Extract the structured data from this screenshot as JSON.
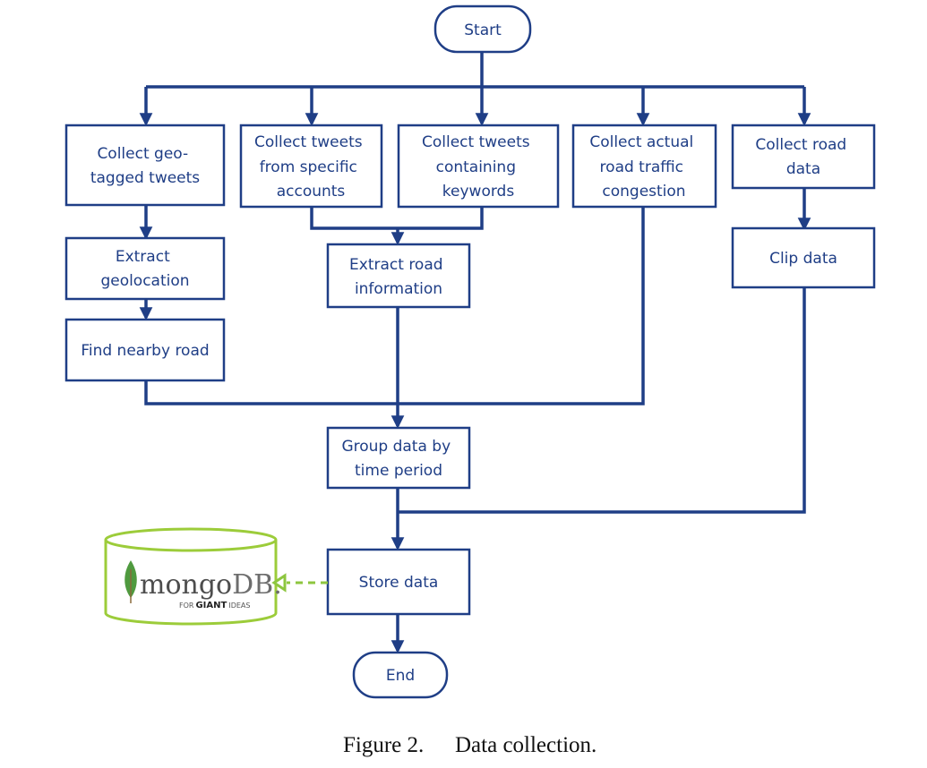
{
  "nodes": {
    "start": "Start",
    "collect_geo": [
      "Collect geo-",
      "tagged tweets"
    ],
    "collect_accounts": [
      "Collect tweets",
      "from specific",
      "accounts"
    ],
    "collect_keywords": [
      "Collect tweets",
      "containing",
      "keywords"
    ],
    "collect_traffic": [
      "Collect actual",
      "road traffic",
      "congestion"
    ],
    "collect_road": [
      "Collect road",
      "data"
    ],
    "extract_geo": [
      "Extract",
      "geolocation"
    ],
    "extract_road": [
      "Extract road",
      "information"
    ],
    "clip": "Clip data",
    "find_road": "Find nearby road",
    "group": [
      "Group data by",
      "time period"
    ],
    "store": "Store data",
    "end": "End"
  },
  "database": {
    "logo_word": "mongo",
    "logo_suffix": "DB.",
    "tagline_prefix": "FOR",
    "tagline_bold": "GIANT",
    "tagline_suffix": "IDEAS"
  },
  "caption": {
    "figure": "Figure 2.",
    "title": "Data collection."
  },
  "colors": {
    "flow": "#1f3e86",
    "database": "#8dc63f"
  }
}
